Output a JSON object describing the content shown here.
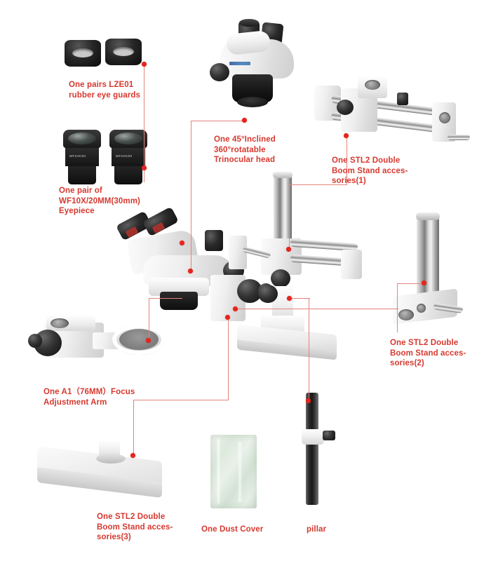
{
  "diagram": {
    "title": "Trinocular Stereo Microscope Boom Stand Exploded Parts Diagram",
    "background_color": "#ffffff",
    "label_color": "#d6392f",
    "leader_line_color": "#e4837c",
    "anchor_dot_color": "#e8241b"
  },
  "labels": {
    "eye_guards": "One pairs LZE01\nrubber eye guards",
    "eyepiece": "One pair of\nWF10X/20MM(30mm)\nEyepiece",
    "head": "One 45°Inclined\n360°rotatable\nTrinocular head",
    "boom1": "One STL2 Double\nBoom Stand acces-\nsories(1)",
    "boom2": "One STL2 Double\nBoom Stand acces-\nsories(2)",
    "boom3": "One STL2 Double\nBoom Stand acces-\nsories(3)",
    "focus_arm": "One A1（76MM）Focus\nAdjustment Arm",
    "dust_cover": "One Dust Cover",
    "pillar": "pillar"
  },
  "parts": {
    "eye_guards": {
      "name": "rubber eye guards",
      "count": 2,
      "color": "#141414"
    },
    "eyepieces": {
      "name": "WF10X/20MM eyepieces",
      "count": 2,
      "marking": "WF10X/20",
      "color": "#1a1a1a"
    },
    "head": {
      "name": "trinocular head",
      "body_color": "#f0f0f0",
      "tube_color": "#1d1d1d"
    },
    "boom_stand_1": {
      "name": "double boom stand rails",
      "rail_color": "#b4b4b4",
      "block_color": "#ececec"
    },
    "boom_stand_2": {
      "name": "vertical post with base block",
      "post_color": "#b0b0b0"
    },
    "boom_stand_3": {
      "name": "base plate",
      "color": "#ededed"
    },
    "focus_arm": {
      "name": "A1 76MM focus adjustment arm",
      "ring_diameter_mm": 76,
      "color": "#e8e8e8"
    },
    "dust_cover": {
      "name": "dust cover bag",
      "color": "#dfe9e0"
    },
    "pillar": {
      "name": "pillar rod",
      "color": "#3a3a3a"
    },
    "assembly": {
      "name": "assembled microscope on boom stand"
    }
  }
}
